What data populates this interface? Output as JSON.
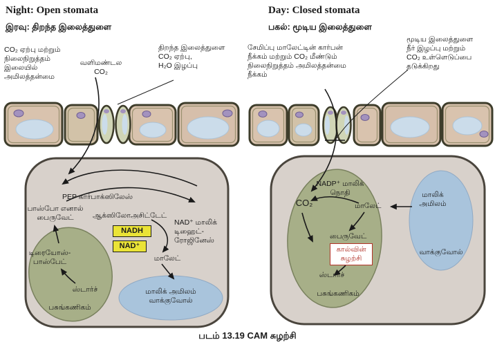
{
  "figure": {
    "caption": "படம் 13.19  CAM சுழற்சி"
  },
  "colors": {
    "epidermal_cell_fill": "#d9c3ae",
    "cell_outline": "#3e3d2b",
    "mesophyll_fill": "#d8d1cb",
    "chloroplast_green": "#a7af88",
    "vacuole_blue": "#a9c4dc",
    "nucleus_purple": "#a392be",
    "cofactor_yellow": "#eae336",
    "calvin_red": "#b23228"
  },
  "left_panel": {
    "title": "Night: Open stomata",
    "subtitle": "இரவு: திறந்த இலைத்துளை",
    "annotations": {
      "acidification": "CO₂ ஏற்பு மற்றும்\nநிலைநிறுத்தம்\nஇலையில்\nஅமிலத்தன்மை",
      "atmospheric_co2": "வளிமண்டல\nCO₂",
      "open_stomata": "திறந்த இலைத்துளை\nCO₂ ஏற்பு,\nH₂O இழப்பு"
    },
    "labels": {
      "pep_carboxylase": "PEP கார்பாக்ஸிலேஸ்",
      "pep": "பாஸ்போ எனால்\nபைருவேட்",
      "oxaloacetate": "ஆக்ஸிலோஅசிட்டேட்",
      "nadh": "NADH",
      "nad_plus": "NAD⁺",
      "malic_dehydrogenase": "NAD⁺ மாலிக்\nடிஹைட்-\nரோஜினேஸ்",
      "malate": "மாலேட்",
      "vacuole": "மாலிக் அமிலம்\nவாக்குவோல்",
      "triose_phosphate": "டிரையோஸ்-\nபாஸ்பேட்",
      "starch": "ஸ்டார்ச்",
      "chloroplast": "பசுங்கணிகம்"
    }
  },
  "right_panel": {
    "title": "Day: Closed stomata",
    "subtitle": "பகல்: மூடிய இலைத்துளை",
    "annotations": {
      "decarboxylation": "சேமிப்பு மாலேட்டின் கார்பன்\nநீக்கம் மற்றும் CO₂ மீண்டும்\nநிலைநிறுத்தம் அமிலத்தன்மை\nநீக்கம்",
      "closed_stomata": "மூடிய இலைத்துளை\nநீர் இழப்பு மற்றும்\nCO₂ உள்ளெடுப்பை\nதடுக்கிறது"
    },
    "labels": {
      "nadp_malic_enzyme": "NADP⁺ மாலிக்\nநொதி",
      "co2": "CO₂",
      "malate": "மாலேட்",
      "malic_acid": "மாலிக்\nஅமிலம்",
      "vacuole": "வாக்குவோல்",
      "pyruvate": "பைருவேட்",
      "calvin_cycle": "கால்வின்\nசுழற்சி",
      "starch": "ஸ்டார்ச்",
      "chloroplast": "பசுங்கணிகம்"
    }
  }
}
